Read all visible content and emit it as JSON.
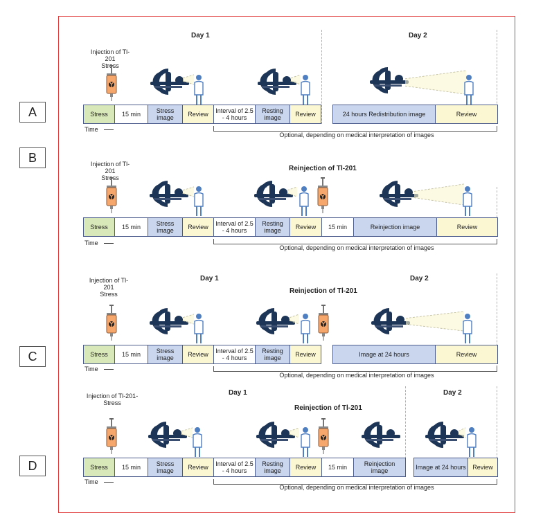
{
  "panel_labels": {
    "a": "A",
    "b": "B",
    "c": "C",
    "d": "D"
  },
  "common": {
    "injection_stress": "Injection of Tl-201\nStress",
    "injection_stress_d": "Injection of Tl-201-\nStress",
    "reinjection": "Reinjection of Tl-201",
    "day1": "Day 1",
    "day2": "Day 2",
    "time": "Time",
    "optional": "Optional, depending on medical interpretation of images"
  },
  "rows": {
    "a": {
      "segments": [
        "Stress",
        "15 min",
        "Stress image",
        "Review",
        "Interval of 2.5 - 4 hours",
        "Resting image",
        "Review"
      ],
      "day2_segments": [
        "24 hours Redistribution image",
        "Review"
      ]
    },
    "b": {
      "segments": [
        "Stress",
        "15 min",
        "Stress image",
        "Review",
        "Interval of 2.5 - 4 hours",
        "Resting image",
        "Review",
        "15 min",
        "Reinjection image",
        "Review"
      ]
    },
    "c": {
      "segments": [
        "Stress",
        "15 min",
        "Stress image",
        "Review",
        "Interval of 2.5 - 4 hours",
        "Resting image",
        "Review"
      ],
      "day2_segments": [
        "Image at 24 hours",
        "Review"
      ]
    },
    "d": {
      "segments": [
        "Stress",
        "15 min",
        "Stress image",
        "Review",
        "Interval of 2.5 - 4 hours",
        "Resting image",
        "Review",
        "15 min",
        "Reinjection image"
      ],
      "day2_segments": [
        "Image at 24 hours",
        "Review"
      ]
    }
  },
  "colors": {
    "frame": "#e03a3a",
    "stress": "#d9e8b8",
    "image": "#c9d6ee",
    "review": "#fbf7d2",
    "scanner": "#1d3557",
    "person": "#4f7fc0",
    "syringe": "#f5a76c"
  }
}
